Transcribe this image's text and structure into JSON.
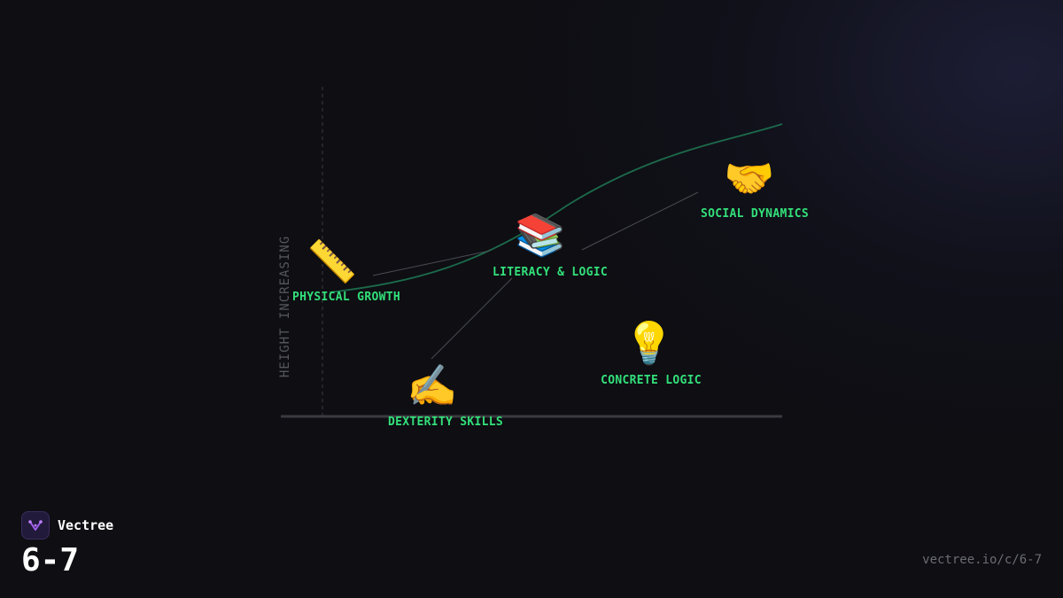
{
  "diagram": {
    "axis_label": "HEIGHT INCREASING",
    "nodes": [
      {
        "id": "physical",
        "icon": "ruler-icon",
        "glyph": "📏",
        "label": "PHYSICAL GROWTH"
      },
      {
        "id": "literacy",
        "icon": "books-icon",
        "glyph": "📚",
        "label": "LITERACY & LOGIC"
      },
      {
        "id": "social",
        "icon": "handshake-icon",
        "glyph": "🤝",
        "label": "SOCIAL DYNAMICS"
      },
      {
        "id": "concrete",
        "icon": "lightbulb-icon",
        "glyph": "💡",
        "label": "CONCRETE LOGIC"
      },
      {
        "id": "dexterity",
        "icon": "writing-hand-icon",
        "glyph": "✍️",
        "label": "DEXTERITY SKILLS"
      }
    ],
    "colors": {
      "label": "#33e07a",
      "curve": "#1f7a55",
      "axis": "#3a3b40",
      "connector": "#4a4c52"
    }
  },
  "footer": {
    "brand_name": "Vectree",
    "brand_icon": "vectree-logo-icon",
    "page_code": "6-7",
    "url": "vectree.io/c/6-7"
  }
}
